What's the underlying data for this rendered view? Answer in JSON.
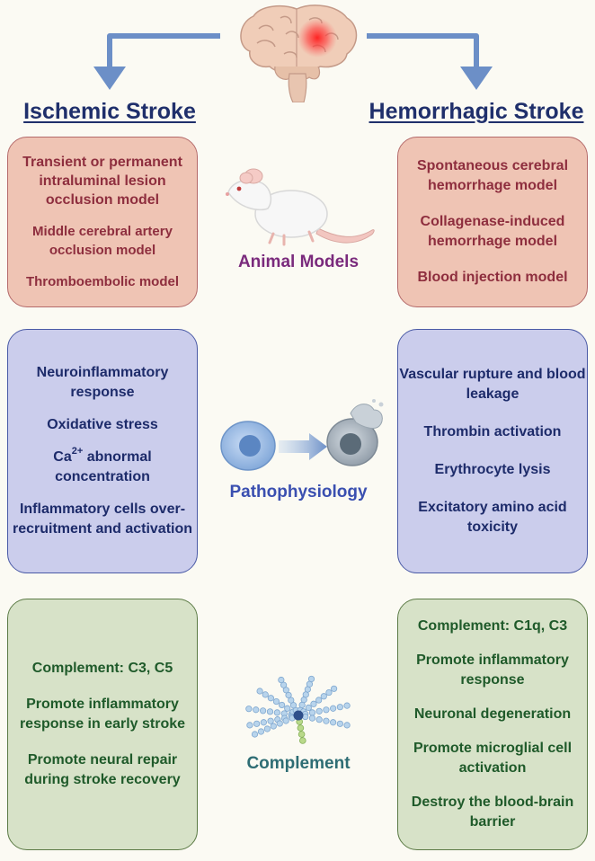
{
  "headings": {
    "left": "Ischemic Stroke",
    "right": "Hemorrhagic Stroke"
  },
  "animal_models": {
    "label": "Animal Models",
    "ischemic": [
      "Transient or permanent intraluminal lesion occlusion model",
      "Middle cerebral artery occlusion model",
      "Thromboembolic model"
    ],
    "hemorrhagic": [
      "Spontaneous cerebral hemorrhage model",
      "Collagenase-induced hemorrhage model",
      "Blood injection model"
    ]
  },
  "pathophysiology": {
    "label": "Pathophysiology",
    "ischemic": {
      "item0": "Neuroinflammatory response",
      "item1": "Oxidative stress",
      "item2_prefix": "Ca",
      "item2_sup": "2+",
      "item2_suffix": " abnormal concentration",
      "item3": "Inflammatory cells over-recruitment and activation"
    },
    "hemorrhagic": [
      "Vascular rupture and blood leakage",
      "Thrombin activation",
      "Erythrocyte lysis",
      "Excitatory amino acid toxicity"
    ]
  },
  "complement": {
    "label": "Complement",
    "ischemic": [
      "Complement: C3, C5",
      "Promote inflammatory response in early stroke",
      "Promote neural repair during stroke recovery"
    ],
    "hemorrhagic": [
      "Complement: C1q, C3",
      "Promote inflammatory response",
      "Neuronal degeneration",
      "Promote microglial cell activation",
      "Destroy the blood-brain barrier"
    ]
  },
  "icons": [
    "brain-icon",
    "rat-icon",
    "cell-icon",
    "damaged-cell-icon",
    "complement-molecule-icon"
  ],
  "colors": {
    "arrow": "#6c8fc7",
    "red_box": "#efc4b4",
    "blue_box": "#cbcdec",
    "green_box": "#d7e2c8",
    "heading": "#1f2f6b"
  }
}
